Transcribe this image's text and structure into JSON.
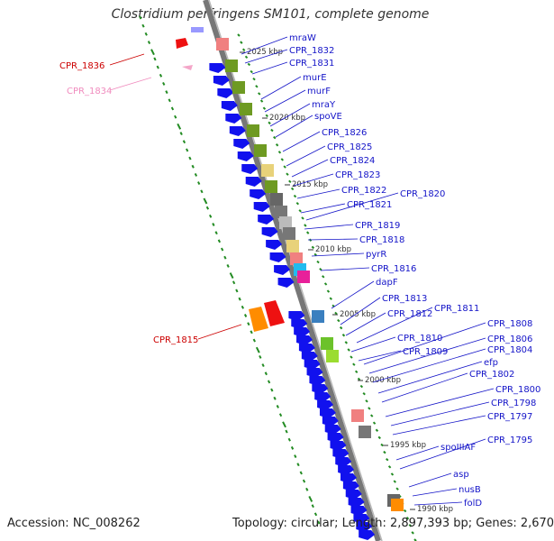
{
  "title": "Clostridium perfringens SM101, complete genome",
  "accession_text": "Accession: NC_008262",
  "summary_text": "Topology: circular; Length: 2,897,393 bp; Genes: 2,670",
  "colors": {
    "gene_blue": "#1111ee",
    "backbone": "#888888",
    "olive": "#6e9a22",
    "salmon": "#f08080",
    "pink_label": "#f08cbe",
    "red_label": "#cc0000",
    "tick_green": "#228b22"
  },
  "kbp_labels": [
    "2025 kbp",
    "2020 kbp",
    "2015 kbp",
    "2010 kbp",
    "2005 kbp",
    "2000 kbp",
    "1995 kbp",
    "1990 kbp"
  ],
  "right_labels": [
    "mraW",
    "CPR_1832",
    "CPR_1831",
    "murE",
    "murF",
    "mraY",
    "spoVE",
    "CPR_1826",
    "CPR_1825",
    "CPR_1824",
    "CPR_1823",
    "CPR_1822",
    "CPR_1820",
    "CPR_1821",
    "CPR_1819",
    "CPR_1818",
    "pyrR",
    "CPR_1816",
    "dapF",
    "CPR_1813",
    "CPR_1811",
    "CPR_1812",
    "CPR_1808",
    "CPR_1810",
    "CPR_1806",
    "CPR_1809",
    "CPR_1804",
    "efp",
    "CPR_1802",
    "CPR_1800",
    "CPR_1798",
    "CPR_1797",
    "CPR_1795",
    "spoIIIAF",
    "asp",
    "nusB",
    "folD"
  ],
  "left_labels": [
    "CPR_1836",
    "CPR_1834",
    "CPR_1815"
  ]
}
